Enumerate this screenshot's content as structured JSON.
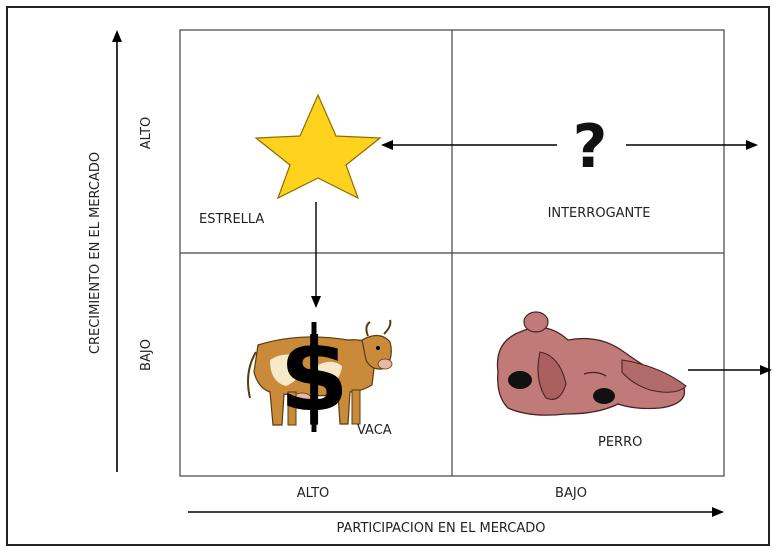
{
  "y_axis": {
    "title": "CRECIMIENTO EN EL MERCADO",
    "high": "ALTO",
    "low": "BAJO"
  },
  "x_axis": {
    "title": "PARTICIPACION EN EL MERCADO",
    "high": "ALTO",
    "low": "BAJO"
  },
  "quadrants": {
    "star": {
      "label": "ESTRELLA",
      "icon": "star-icon",
      "color": "#FFD21E"
    },
    "question": {
      "label": "INTERROGANTE",
      "symbol": "?",
      "icon": "question-mark-icon"
    },
    "cow": {
      "label": "VACA",
      "symbol": "$",
      "icon": "cow-icon"
    },
    "dog": {
      "label": "PERRO",
      "icon": "dog-icon"
    }
  }
}
